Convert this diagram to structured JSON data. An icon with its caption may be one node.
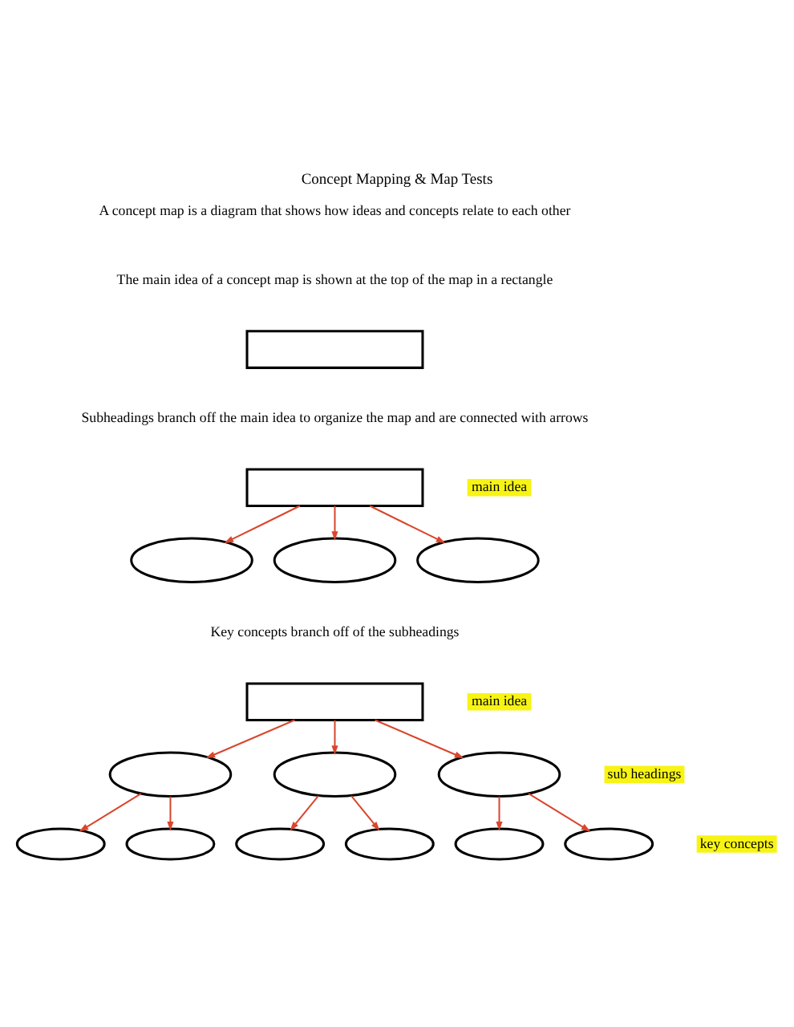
{
  "diagram": {
    "title": "Concept Mapping & Map Tests",
    "nodes": [
      {
        "text": [],
        "shape": "box"
      },
      {
        "text": [],
        "shape": "box"
      },
      {
        "text": [],
        "shape": "ellipse"
      },
      {
        "text": [],
        "shape": "ellipse"
      },
      {
        "text": [],
        "shape": "ellipse"
      },
      {
        "text": [],
        "shape": "box"
      },
      {
        "text": [],
        "shape": "ellipse"
      },
      {
        "text": [],
        "shape": "ellipse"
      },
      {
        "text": [],
        "shape": "ellipse"
      },
      {
        "text": [],
        "shape": "ellipse"
      },
      {
        "text": [],
        "shape": "ellipse"
      },
      {
        "text": [],
        "shape": "ellipse"
      },
      {
        "text": [],
        "shape": "ellipse"
      },
      {
        "text": [],
        "shape": "ellipse"
      },
      {
        "text": [],
        "shape": "ellipse"
      }
    ],
    "edges": [
      {
        "from": 1,
        "to": 2,
        "arrow": "to"
      },
      {
        "from": 1,
        "to": 3,
        "arrow": "to"
      },
      {
        "from": 1,
        "to": 4,
        "arrow": "to"
      },
      {
        "from": 5,
        "to": 6,
        "arrow": "to"
      },
      {
        "from": 5,
        "to": 7,
        "arrow": "to"
      },
      {
        "from": 5,
        "to": 8,
        "arrow": "to"
      },
      {
        "from": 6,
        "to": 9,
        "arrow": "to"
      },
      {
        "from": 6,
        "to": 10,
        "arrow": "to"
      },
      {
        "from": 7,
        "to": 11,
        "arrow": "to"
      },
      {
        "from": 7,
        "to": 12,
        "arrow": "to"
      },
      {
        "from": 8,
        "to": 13,
        "arrow": "to"
      },
      {
        "from": 8,
        "to": 14,
        "arrow": "to"
      }
    ],
    "labels": [
      "A concept map is a diagram that shows how ideas and concepts relate to each other",
      "The main idea of a concept map is shown at the top of the map in a rectangle",
      "Subheadings branch off the main idea to organize the map and are connected with arrows",
      "main idea",
      "Key concepts branch off of the subheadings",
      "main idea",
      "sub headings",
      "key concepts"
    ]
  }
}
